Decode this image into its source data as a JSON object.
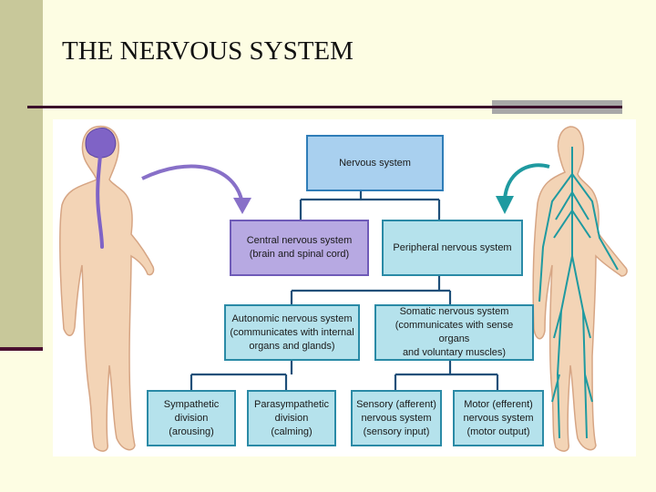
{
  "slide": {
    "title": "THE NERVOUS SYSTEM"
  },
  "diagram": {
    "nodes": {
      "nervous_system": "Nervous system",
      "central": "Central nervous system\n(brain and spinal cord)",
      "peripheral": "Peripheral nervous system",
      "autonomic": "Autonomic nervous system\n(communicates with internal\norgans and glands)",
      "somatic": "Somatic nervous system\n(communicates with sense organs\nand voluntary muscles)",
      "sympathetic": "Sympathetic\ndivision\n(arousing)",
      "parasympathetic": "Parasympathetic\ndivision\n(calming)",
      "sensory": "Sensory (afferent)\nnervous system\n(sensory input)",
      "motor": "Motor (efferent)\nnervous system\n(motor output)"
    },
    "colors": {
      "skin": "#f3d4b6",
      "skin_outline": "#d6a584",
      "cns": "#7f63c6",
      "pns": "#1f9aa0",
      "root_box": "#a9d0ef",
      "cns_box": "#b7a9e2",
      "pns_box": "#b5e2ec",
      "connector": "#1e4f79"
    }
  }
}
